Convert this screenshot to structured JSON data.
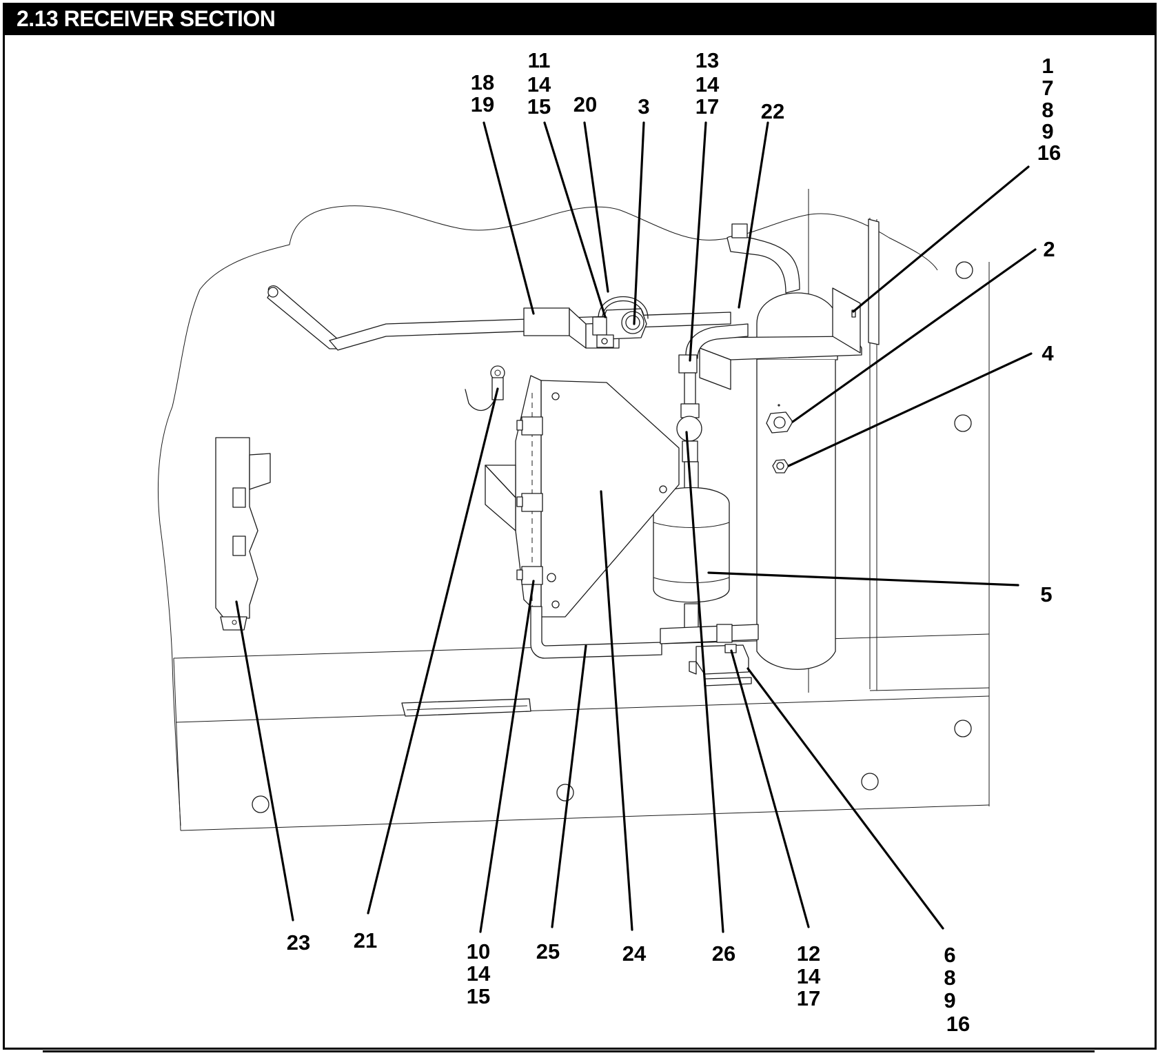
{
  "header": {
    "title": "2.13 RECEIVER SECTION"
  },
  "callouts": {
    "c18_19": [
      "18",
      "19"
    ],
    "c11_14_15": [
      "11",
      "14",
      "15"
    ],
    "c20": [
      "20"
    ],
    "c3": [
      "3"
    ],
    "c13_14_17": [
      "13",
      "14",
      "17"
    ],
    "c22": [
      "22"
    ],
    "c1_7_8_9_16": [
      "1",
      "7",
      "8",
      "9",
      "16"
    ],
    "c2": [
      "2"
    ],
    "c4": [
      "4"
    ],
    "c5": [
      "5"
    ],
    "c23": [
      "23"
    ],
    "c21": [
      "21"
    ],
    "c10_14_15": [
      "10",
      "14",
      "15"
    ],
    "c25": [
      "25"
    ],
    "c24": [
      "24"
    ],
    "c26": [
      "26"
    ],
    "c12_14_17": [
      "12",
      "14",
      "17"
    ],
    "c6_8_9_16": [
      "6",
      "8",
      "9",
      "16"
    ]
  },
  "colors": {
    "header_bg": "#000000",
    "header_text": "#ffffff",
    "line": "#000000",
    "paper": "#ffffff"
  }
}
